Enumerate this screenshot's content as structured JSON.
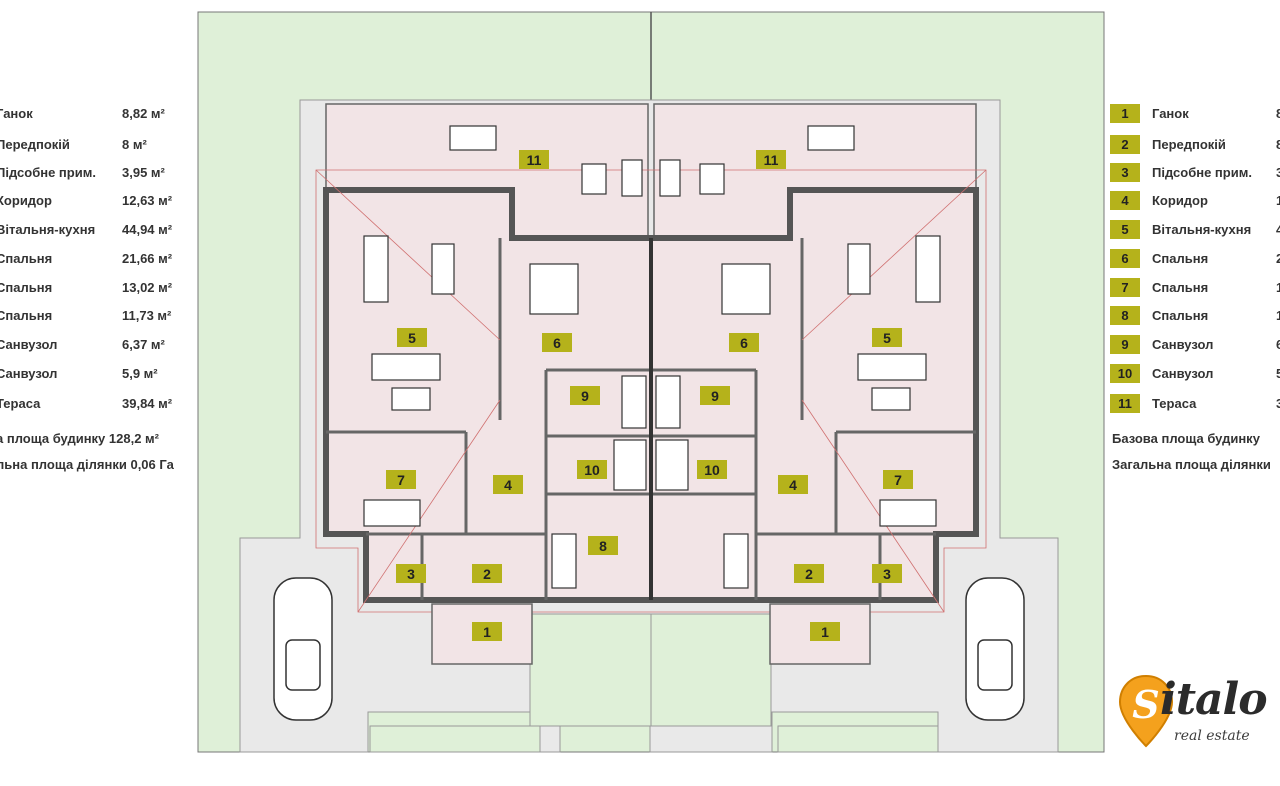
{
  "rooms": [
    {
      "num": "1",
      "name": "Ганок",
      "area": "8,82 м²"
    },
    {
      "num": "2",
      "name": "Передпокій",
      "area": "8 м²"
    },
    {
      "num": "3",
      "name": "Підсобне прим.",
      "area": "3,95 м²"
    },
    {
      "num": "4",
      "name": "Коридор",
      "area": "12,63 м²"
    },
    {
      "num": "5",
      "name": "Вітальня-кухня",
      "area": "44,94 м²"
    },
    {
      "num": "6",
      "name": "Спальня",
      "area": "21,66 м²"
    },
    {
      "num": "7",
      "name": "Спальня",
      "area": "13,02 м²"
    },
    {
      "num": "8",
      "name": "Спальня",
      "area": "11,73 м²"
    },
    {
      "num": "9",
      "name": "Санвузол",
      "area": "6,37 м²"
    },
    {
      "num": "10",
      "name": "Санвузол",
      "area": "5,9 м²"
    },
    {
      "num": "11",
      "name": "Тераса",
      "area": "39,84 м²"
    }
  ],
  "left_legend": {
    "rows": [
      "Ганок",
      "Передпокій",
      "Підсобне прим.",
      "Коридор",
      "Вітальня-кухня",
      "Спальня",
      "Спальня",
      "Спальня",
      "Санвузол",
      "Санвузол",
      "Тераса"
    ],
    "base_area": "а площа будинку 128,2 м²",
    "plot_area": "льна площа ділянки 0,06 Га"
  },
  "right_legend": {
    "base_area": "Базова площа будинку",
    "plot_area": "Загальна площа ділянки"
  },
  "logo": {
    "text": "italo",
    "letter": "S",
    "sub": "real estate"
  },
  "colors": {
    "lawn": "#dff0d8",
    "interior": "#f2e4e6",
    "wall": "#555555",
    "label": "#b5b21b",
    "logo_accent": "#f4a11d"
  }
}
